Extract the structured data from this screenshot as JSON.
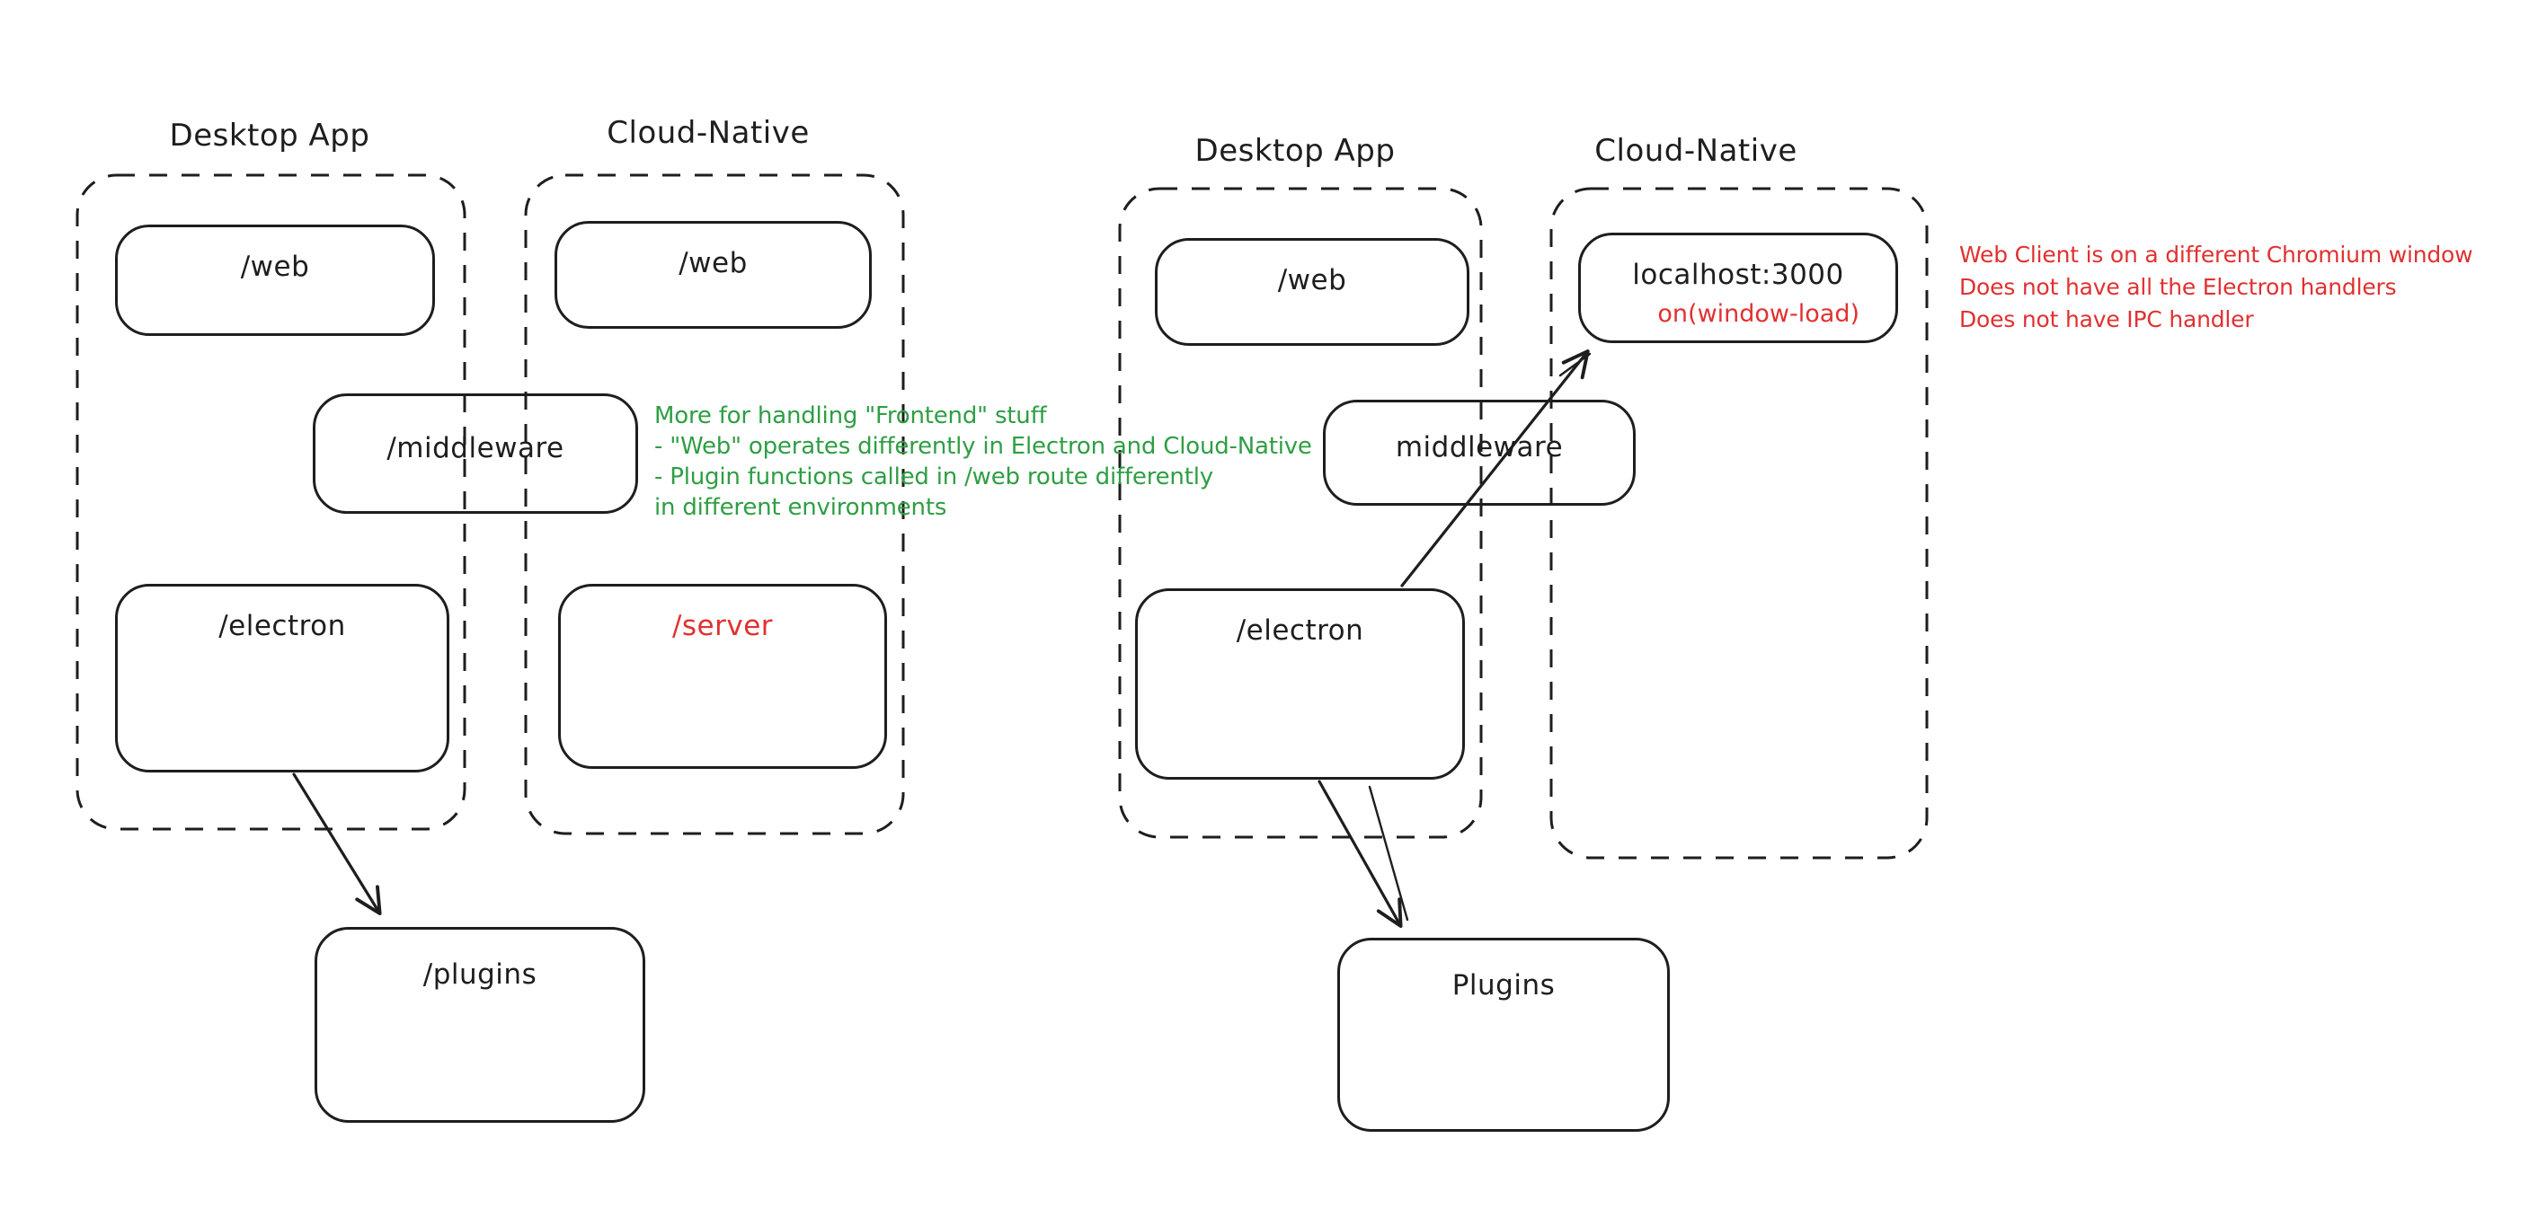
{
  "colors": {
    "stroke": "#1e1e1e",
    "red": "#e03131",
    "green": "#2f9e44",
    "background": "#ffffff"
  },
  "left": {
    "desktop_label": "Desktop App",
    "cloud_label": "Cloud-Native",
    "web_desktop": "/web",
    "web_cloud": "/web",
    "middleware": "/middleware",
    "electron": "/electron",
    "server": "/server",
    "plugins": "/plugins",
    "green_note": [
      "More for handling \"Frontend\" stuff",
      "- \"Web\" operates differently in Electron and Cloud-Native",
      "- Plugin functions called in /web route differently",
      "in different environments"
    ]
  },
  "right": {
    "desktop_label": "Desktop App",
    "cloud_label": "Cloud-Native",
    "web": "/web",
    "localhost": "localhost:3000",
    "window_load": "on(window-load)",
    "middleware": "middleware",
    "electron": "/electron",
    "plugins": "Plugins",
    "red_note": [
      "Web Client is on a different Chromium window",
      "Does not have all the Electron handlers",
      "Does not have IPC handler"
    ]
  }
}
